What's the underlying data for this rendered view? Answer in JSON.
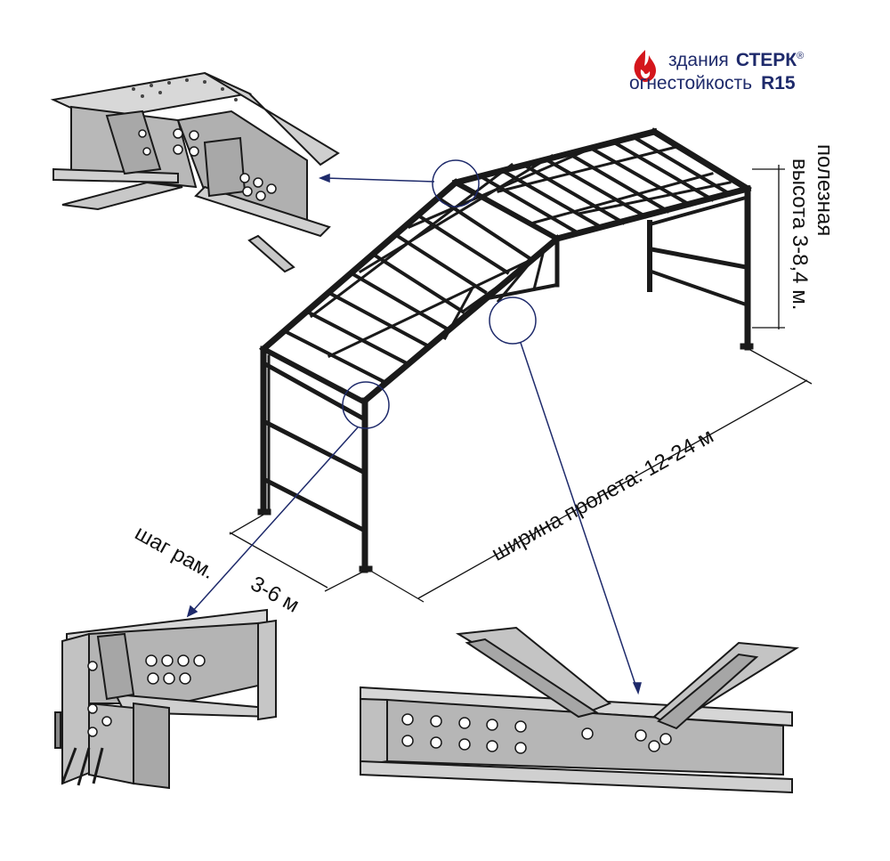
{
  "logo": {
    "prefix": "здания",
    "brand": "СТЕРК",
    "registered": "®",
    "line2_label": "огнестойкость",
    "rating": "R15",
    "flame_color": "#d4161c",
    "text_color": "#1e2a6b"
  },
  "dimensions": {
    "height_line1": "полезная",
    "height_line2": "высота 3-8,4 м.",
    "span": "ширина пролета: 12-24 м",
    "step_label": "шаг рам.",
    "step_value": "3-6 м"
  },
  "colors": {
    "steel": "#b8b8b8",
    "steel_dark": "#8f8f8f",
    "outline": "#1a1a1a",
    "callout": "#1e2a6b"
  }
}
